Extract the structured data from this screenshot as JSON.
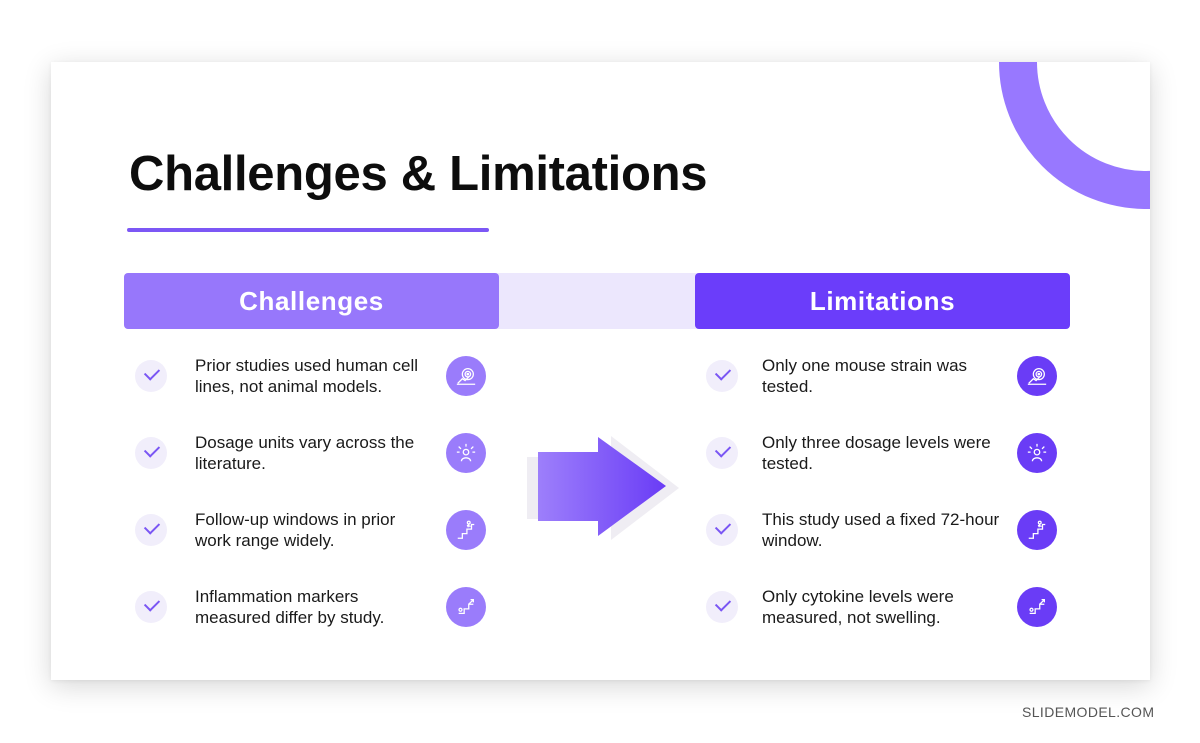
{
  "slide": {
    "title": "Challenges & Limitations",
    "accent_color": "#7c57f5",
    "challenges": {
      "header": "Challenges",
      "color": "#9777fb",
      "items": [
        {
          "text": "Prior studies used human cell lines, not animal models.",
          "icon": "target-chart-icon"
        },
        {
          "text": "Dosage units vary across the literature.",
          "icon": "person-ideas-icon"
        },
        {
          "text": "Follow-up windows in prior work range widely.",
          "icon": "stairs-climb-icon"
        },
        {
          "text": "Inflammation markers measured differ by study.",
          "icon": "growth-steps-icon"
        }
      ]
    },
    "limitations": {
      "header": "Limitations",
      "color": "#6b3dfa",
      "items": [
        {
          "text": "Only one mouse strain was tested.",
          "icon": "target-chart-icon"
        },
        {
          "text": "Only three dosage levels were tested.",
          "icon": "person-ideas-icon"
        },
        {
          "text": "This study used a fixed 72-hour window.",
          "icon": "stairs-climb-icon"
        },
        {
          "text": "Only cytokine levels were measured, not swelling.",
          "icon": "growth-steps-icon"
        }
      ]
    }
  },
  "watermark": "SLIDEMODEL.COM"
}
